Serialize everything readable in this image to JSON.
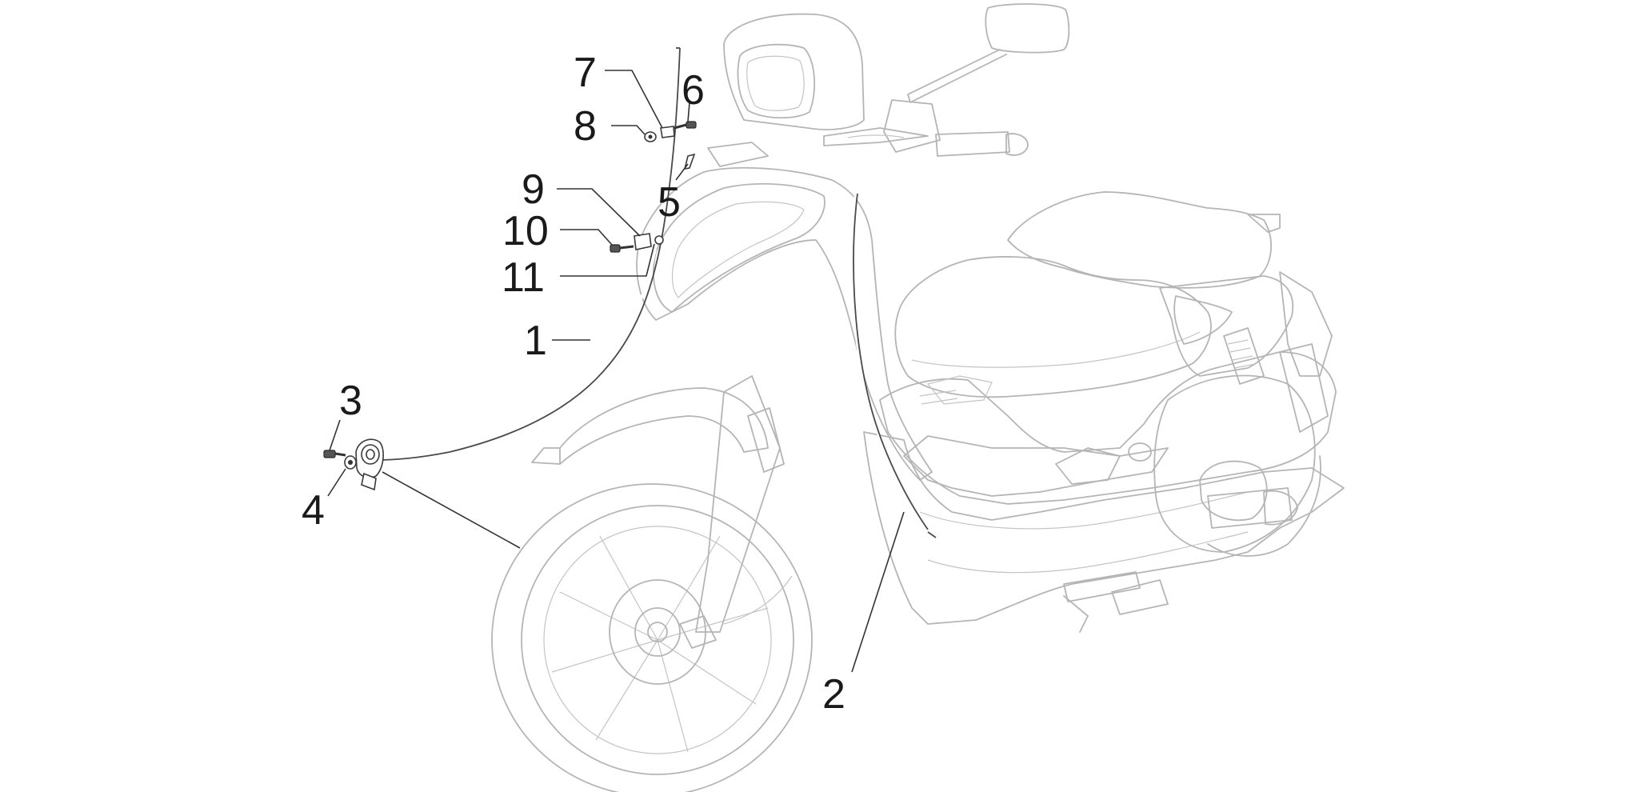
{
  "diagram": {
    "type": "exploded-parts-view",
    "callouts": [
      {
        "id": "1",
        "label": "1"
      },
      {
        "id": "2",
        "label": "2"
      },
      {
        "id": "3",
        "label": "3"
      },
      {
        "id": "4",
        "label": "4"
      },
      {
        "id": "5",
        "label": "5"
      },
      {
        "id": "6",
        "label": "6"
      },
      {
        "id": "7",
        "label": "7"
      },
      {
        "id": "8",
        "label": "8"
      },
      {
        "id": "9",
        "label": "9"
      },
      {
        "id": "10",
        "label": "10"
      },
      {
        "id": "11",
        "label": "11"
      }
    ],
    "colors": {
      "line_art": "#b5b5b5",
      "callouts": "#1a1a1a",
      "cable": "#4a4a4a"
    }
  }
}
